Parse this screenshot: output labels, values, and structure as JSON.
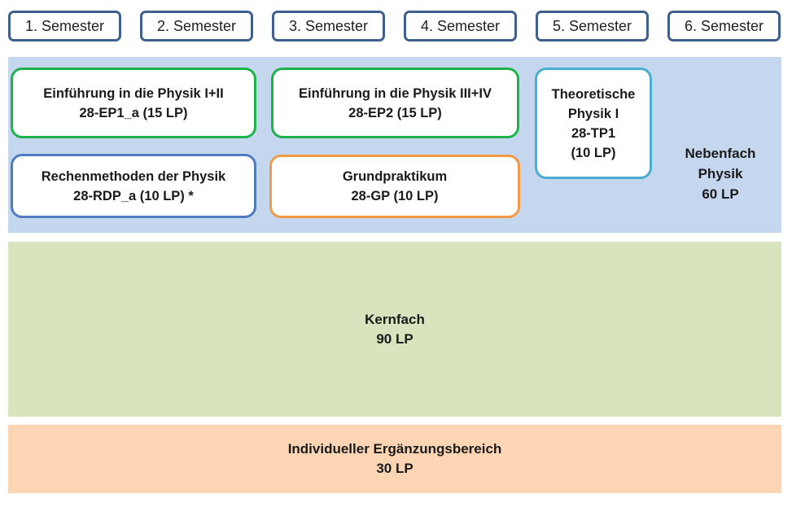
{
  "semesters": [
    "1. Semester",
    "2. Semester",
    "3. Semester",
    "4. Semester",
    "5. Semester",
    "6. Semester"
  ],
  "nebenfach": {
    "name": "Nebenfach",
    "subject": "Physik",
    "credits": "60 LP"
  },
  "modules": {
    "ep1": {
      "title": "Einführung in die Physik I+II",
      "code": "28-EP1_a  (15 LP)"
    },
    "ep2": {
      "title": "Einführung in die Physik III+IV",
      "code": "28-EP2  (15 LP)"
    },
    "tp1": {
      "title_line1": "Theoretische",
      "title_line2": "Physik I",
      "code": "28-TP1",
      "credits": "(10 LP)"
    },
    "rdp": {
      "title": "Rechenmethoden der Physik",
      "code": "28-RDP_a  (10 LP) *"
    },
    "gp": {
      "title": "Grundpraktikum",
      "code": "28-GP  (10 LP)"
    }
  },
  "kernfach": {
    "name": "Kernfach",
    "credits": "90 LP"
  },
  "ergaenzung": {
    "name": "Individueller Ergänzungsbereich",
    "credits": "30 LP"
  },
  "colors": {
    "semester_border": "#3f5f8f",
    "nebenfach_band": "#c5d6ef",
    "kernfach_band": "#d7e4bd",
    "ergaenzung_band": "#fcd5b5",
    "ep_border": "#1db34a",
    "rdp_border": "#4f7bc0",
    "gp_border": "#f29a46",
    "tp_border": "#4aaed0"
  }
}
